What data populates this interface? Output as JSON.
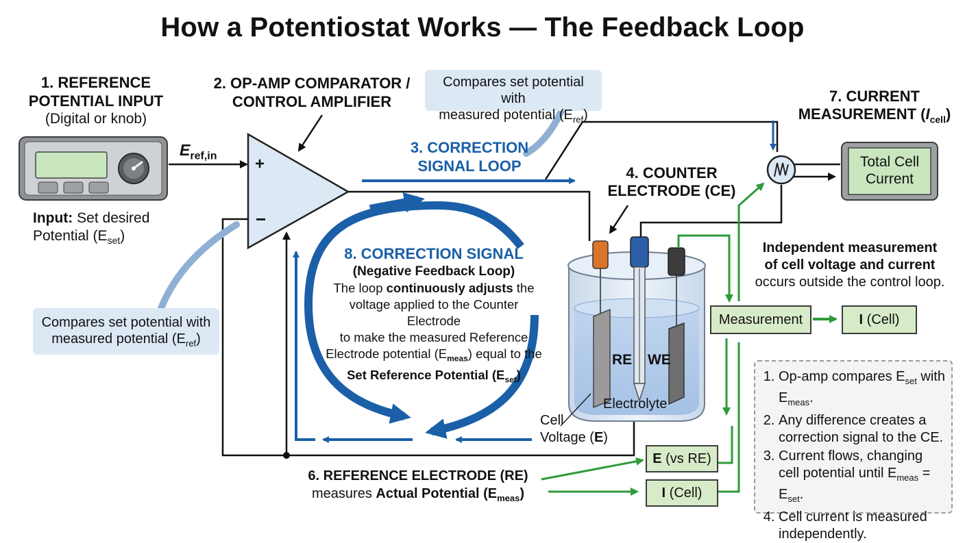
{
  "title": "How a Potentiostat Works — The Feedback Loop",
  "ref_input": {
    "heading_line1": "1. REFERENCE",
    "heading_line2": "POTENTIAL INPUT",
    "subheading": "(Digital or knob)",
    "input_label": "Input:",
    "input_text_line1": "Set desired",
    "input_text_line2": "Potential (E",
    "input_sub": "set",
    "signal_main": "E",
    "signal_sub": "ref,in"
  },
  "opamp": {
    "heading_line1": "2. OP-AMP COMPARATOR /",
    "heading_line2": "CONTROL AMPLIFIER",
    "plus": "+",
    "minus": "−"
  },
  "callout_top": {
    "line1": "Compares set potential with",
    "line2": "measured potential (E",
    "sub": "ref",
    "close": ")"
  },
  "callout_left": {
    "line1": "Compares set potential with",
    "line2": "measured potential (E",
    "sub": "ref",
    "close": ")"
  },
  "correction_loop": {
    "line1": "3. CORRECTION",
    "line2": "SIGNAL LOOP"
  },
  "counter_electrode": {
    "line1": "4. COUNTER",
    "line2": "ELECTRODE (CE)"
  },
  "current_measurement": {
    "line1": "7. CURRENT",
    "line2": "MEASUREMENT (",
    "symbol": "I",
    "sub": "cell",
    "close": ")"
  },
  "total_current_box": {
    "line1": "Total Cell",
    "line2": "Current"
  },
  "feedback": {
    "heading": "8. CORRECTION SIGNAL",
    "subheading": "(Negative Feedback Loop)",
    "p1_a": "The loop ",
    "p1_b": "continuously adjusts",
    "p1_c": " the",
    "p2": "voltage applied to the Counter Electrode",
    "p3": "to make the measured Reference",
    "p4_a": "Electrode potential (E",
    "p4_sub": "meas",
    "p4_b": ") equal to the",
    "p5_a": "Set Reference Potential (E",
    "p5_sub": "set",
    "p5_b": ")"
  },
  "cell": {
    "re": "RE",
    "we": "WE",
    "electrolyte": "Electrolyte",
    "voltage_line1": "Cell",
    "voltage_line2": "Voltage (",
    "voltage_sym": "E",
    "voltage_close": ")"
  },
  "independent": {
    "line1": "Independent measurement",
    "line2": "of cell voltage and current",
    "line3": "occurs outside the control loop."
  },
  "measurement_box": "Measurement",
  "i_cell_box": {
    "sym": "I",
    "rest": " (Cell)"
  },
  "e_vs_re_box": {
    "sym": "E",
    "rest": " (vs RE)"
  },
  "i_cell_box2": {
    "sym": "I",
    "rest": " (Cell)"
  },
  "ref_electrode": {
    "heading": "6. REFERENCE ELECTRODE (RE)",
    "line2_a": "measures ",
    "line2_b": "Actual Potential (E",
    "line2_sub": "meas",
    "line2_c": ")"
  },
  "summary": {
    "s1_a": "Op-amp compares E",
    "s1_sub1": "set",
    "s1_b": " with E",
    "s1_sub2": "meas",
    "s1_c": ".",
    "s2": "Any difference creates a correction signal to the CE.",
    "s3_a": "Current flows, changing cell potential until E",
    "s3_sub1": "meas",
    "s3_b": " = E",
    "s3_sub2": "set",
    "s3_c": ".",
    "s4": "Cell current is measured independently."
  },
  "colors": {
    "blue": "#1a5fa8",
    "green": "#2e9a3a",
    "green_fill": "#d8ebc8",
    "callout": "#dce9f5",
    "orange": "#d9742a",
    "dark": "#333333"
  }
}
